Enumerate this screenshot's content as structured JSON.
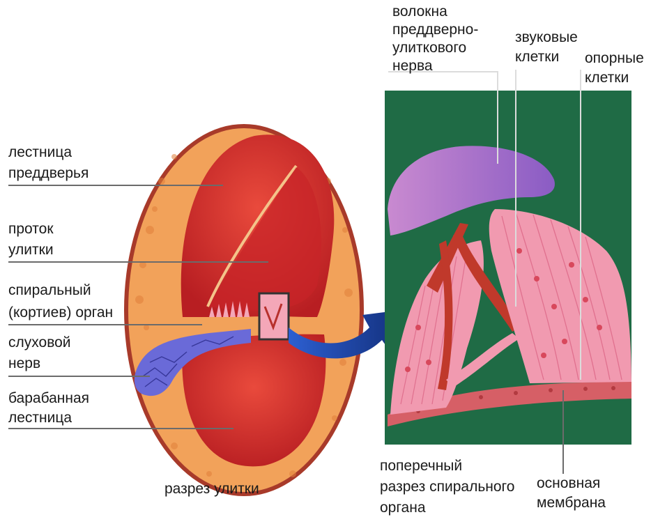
{
  "left_labels": {
    "scala_vestibuli": [
      "лестница",
      "преддверья"
    ],
    "cochlear_duct": [
      "проток",
      "улитки"
    ],
    "organ_of_corti": [
      "спиральный",
      "(кортиев) орган"
    ],
    "auditory_nerve": [
      "слуховой",
      "нерв"
    ],
    "scala_tympani": [
      "барабанная",
      "лестница"
    ]
  },
  "captions": {
    "cochlea_section": "разрез улитки",
    "spiral_organ_section": [
      "поперечный",
      "разрез спирального",
      "органа"
    ],
    "basilar_membrane": [
      "основная",
      "мембрана"
    ]
  },
  "top_labels": {
    "nerve_fibers": [
      "волокна",
      "преддверно-",
      "улиткового",
      "нерва"
    ],
    "sound_cells": [
      "звуковые",
      "клетки"
    ],
    "support_cells": [
      "опорные",
      "клетки"
    ]
  },
  "colors": {
    "bone": "#f2a25a",
    "chamber": "#d7302c",
    "panel_bg": "#1f6b45",
    "tissue": "#f19ab0",
    "arrow": "#1a3f9c",
    "nerve": "#6a6ad8"
  }
}
